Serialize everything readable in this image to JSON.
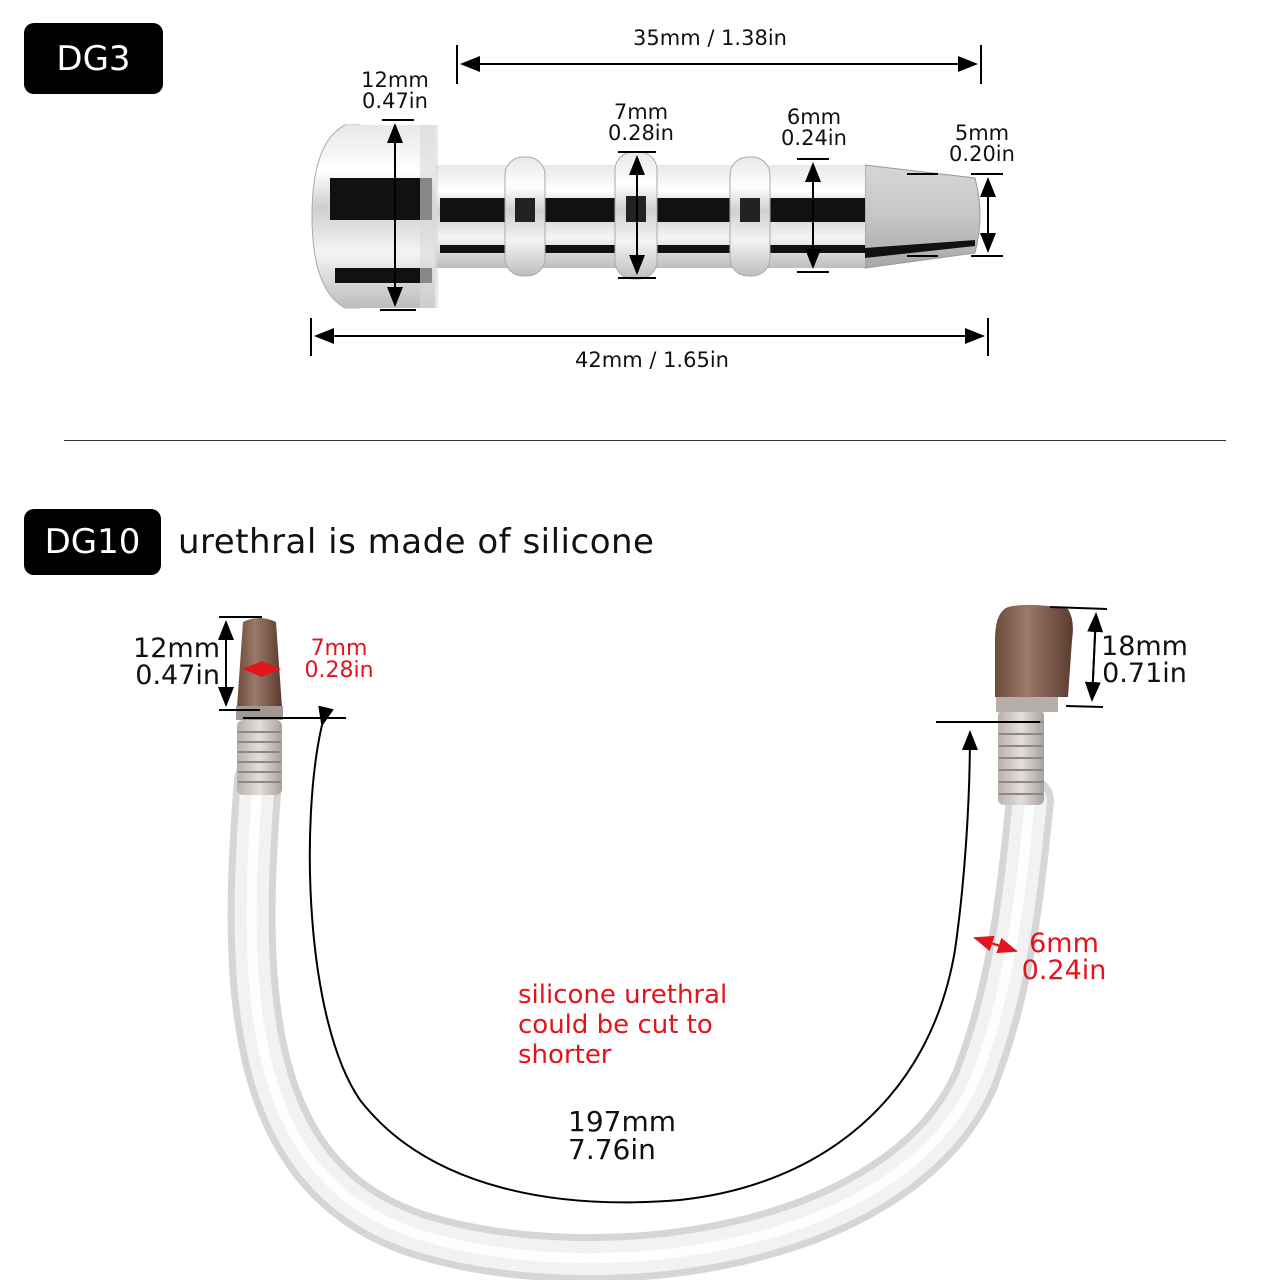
{
  "dg3": {
    "badge": "DG3",
    "dimensions": {
      "top_length": "35mm / 1.38in",
      "total_length": "42mm / 1.65in",
      "head": {
        "mm": "12mm",
        "in": "0.47in"
      },
      "bead": {
        "mm": "7mm",
        "in": "0.28in"
      },
      "shaft": {
        "mm": "6mm",
        "in": "0.24in"
      },
      "tip": {
        "mm": "5mm",
        "in": "0.20in"
      }
    }
  },
  "dg10": {
    "badge": "DG10",
    "heading": "urethral is made of silicone",
    "dimensions": {
      "left_plug_length": {
        "mm": "12mm",
        "in": "0.47in"
      },
      "left_plug_diameter": {
        "mm": "7mm",
        "in": "0.28in"
      },
      "right_plug_length": {
        "mm": "18mm",
        "in": "0.71in"
      },
      "tube_diameter": {
        "mm": "6mm",
        "in": "0.24in"
      },
      "tube_length": {
        "mm": "197mm",
        "in": "7.76in"
      }
    },
    "note": [
      "silicone urethral",
      "could be cut to",
      "shorter"
    ]
  },
  "colors": {
    "accent_red": "#e1151b",
    "badge_bg": "#000000"
  }
}
